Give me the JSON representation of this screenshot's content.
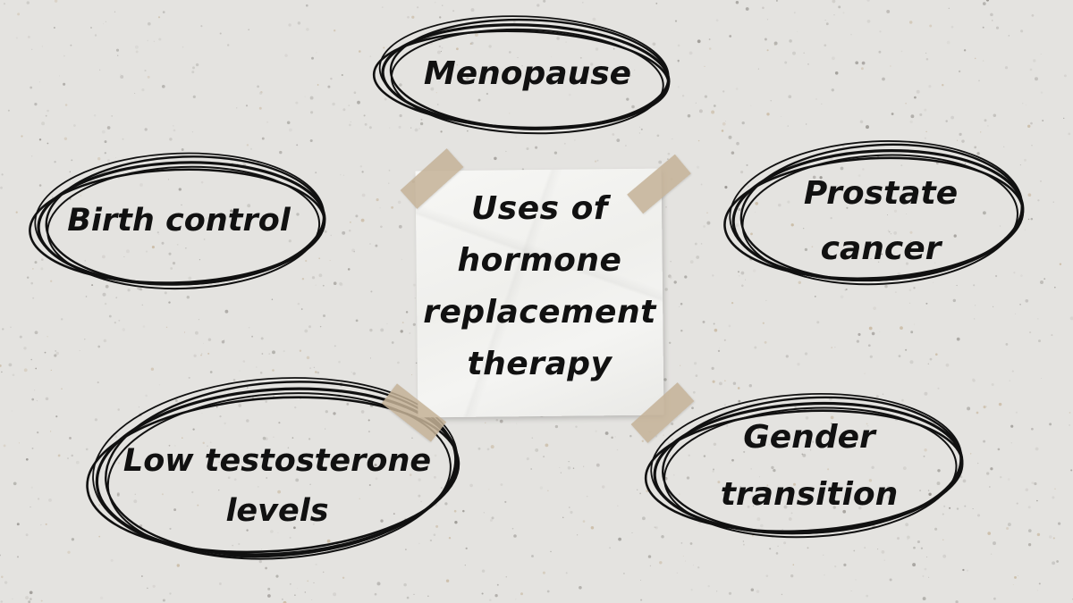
{
  "center_note": {
    "title_lines": [
      "Uses of",
      "hormone",
      "replacement",
      "therapy"
    ]
  },
  "uses": [
    {
      "id": "menopause",
      "lines": [
        "Menopause"
      ]
    },
    {
      "id": "birth-control",
      "lines": [
        "Birth control"
      ]
    },
    {
      "id": "prostate-cancer",
      "lines": [
        "Prostate",
        "cancer"
      ]
    },
    {
      "id": "low-testosterone",
      "lines": [
        "Low testosterone",
        "levels"
      ]
    },
    {
      "id": "gender-transition",
      "lines": [
        "Gender",
        "transition"
      ]
    }
  ],
  "colors": {
    "background": "#e4e3e0",
    "ink": "#111111",
    "paper": "#f4f4f2",
    "tape": "#c4b296"
  }
}
